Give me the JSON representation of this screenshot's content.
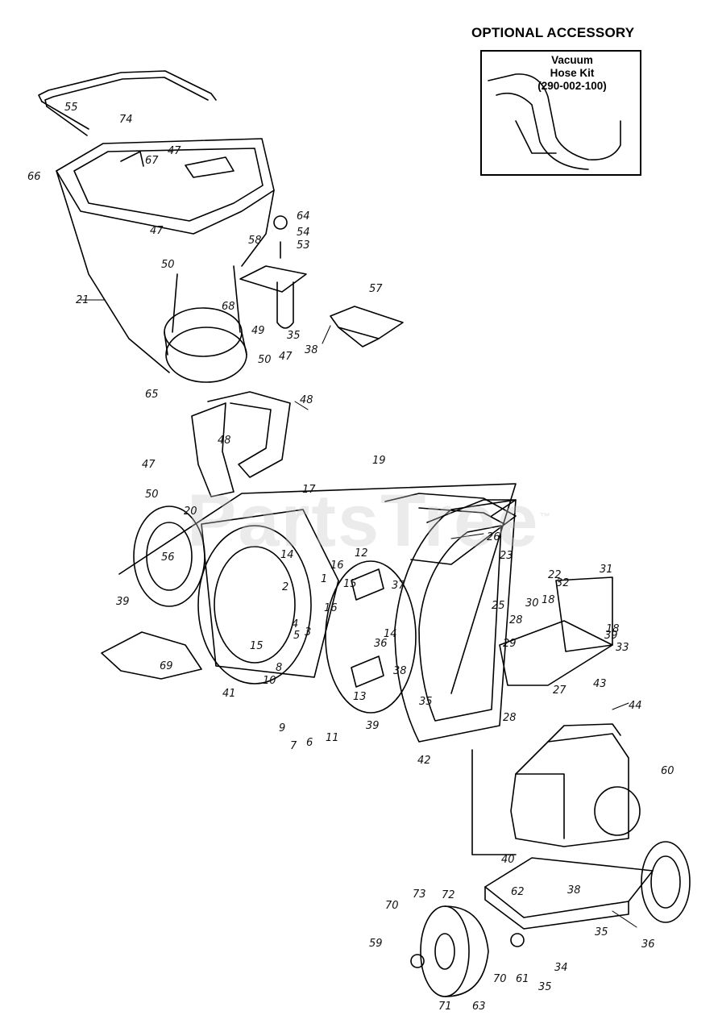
{
  "accessory": {
    "heading": "OPTIONAL ACCESSORY",
    "line1": "Vacuum",
    "line2": "Hose Kit",
    "line3": "(290-002-100)"
  },
  "watermark": "PartsTree",
  "watermark_tm": "™",
  "callouts": [
    "55",
    "74",
    "66",
    "67",
    "47",
    "21",
    "64",
    "54",
    "53",
    "58",
    "47",
    "50",
    "68",
    "49",
    "57",
    "35",
    "38",
    "50",
    "47",
    "65",
    "48",
    "48",
    "47",
    "50",
    "19",
    "17",
    "20",
    "26",
    "56",
    "14",
    "16",
    "12",
    "15",
    "39",
    "2",
    "1",
    "22",
    "32",
    "31",
    "23",
    "39",
    "4",
    "5",
    "3",
    "16",
    "37",
    "25",
    "30",
    "18",
    "18",
    "15",
    "8",
    "36",
    "14",
    "28",
    "29",
    "33",
    "69",
    "41",
    "10",
    "38",
    "13",
    "27",
    "28",
    "9",
    "7",
    "6",
    "11",
    "39",
    "35",
    "42",
    "43",
    "44",
    "60",
    "40",
    "62",
    "38",
    "35",
    "36",
    "70",
    "73",
    "72",
    "59",
    "70",
    "61",
    "34",
    "35",
    "71",
    "63"
  ]
}
